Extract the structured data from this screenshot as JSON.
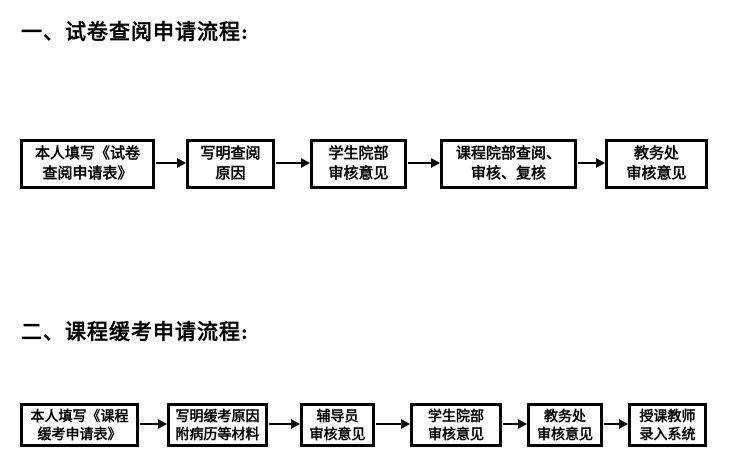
{
  "page": {
    "background_color": "#ffffff",
    "text_color": "#000000",
    "border_color": "#000000"
  },
  "sections": [
    {
      "heading": "一、试卷查阅申请流程:",
      "boxes": [
        {
          "line1": "本人填写《试卷",
          "line2": "查阅申请表》"
        },
        {
          "line1": "写明查阅",
          "line2": "原因"
        },
        {
          "line1": "学生院部",
          "line2": "审核意见"
        },
        {
          "line1": "课程院部查阅、",
          "line2": "审核、复核"
        },
        {
          "line1": "教务处",
          "line2": "审核意见"
        }
      ]
    },
    {
      "heading": "二、课程缓考申请流程:",
      "boxes": [
        {
          "line1": "本人填写《课程",
          "line2": "缓考申请表》"
        },
        {
          "line1": "写明缓考原因",
          "line2": "附病历等材料"
        },
        {
          "line1": "辅导员",
          "line2": "审核意见"
        },
        {
          "line1": "学生院部",
          "line2": "审核意见"
        },
        {
          "line1": "教务处",
          "line2": "审核意见"
        },
        {
          "line1": "授课教师",
          "line2": "录入系统"
        }
      ]
    }
  ]
}
